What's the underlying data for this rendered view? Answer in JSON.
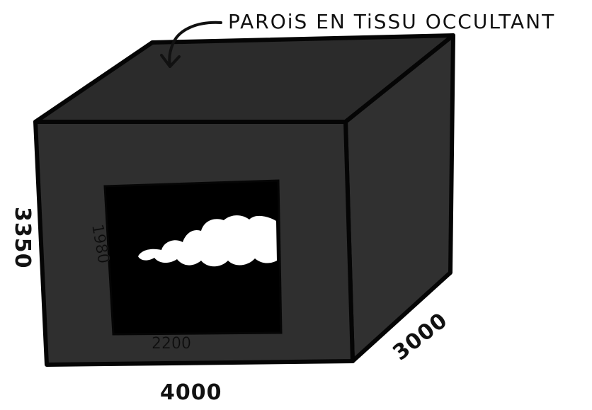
{
  "annotation": "PAROiS EN TiSSU OCCULTANT",
  "dimensions": {
    "height": "3350",
    "width": "4000",
    "depth": "3000",
    "opening_height": "1980",
    "opening_width": "2200"
  },
  "colors": {
    "box_front": "#2f2f2f",
    "box_top": "#2b2b2b",
    "box_side": "#303030",
    "opening": "#000000",
    "outline": "#050505",
    "cloud": "#ffffff"
  }
}
